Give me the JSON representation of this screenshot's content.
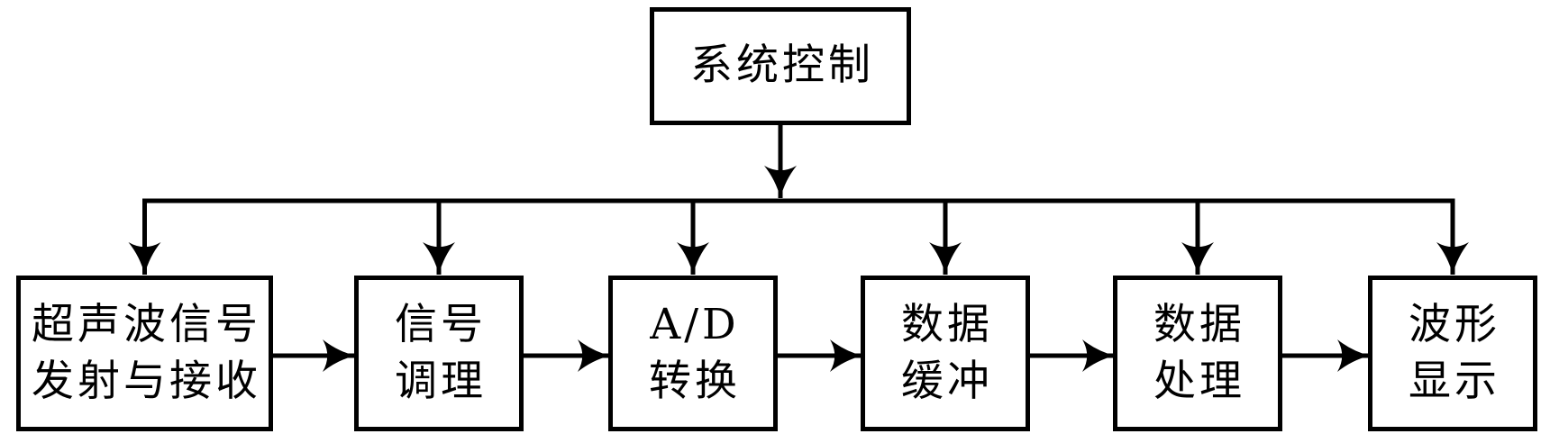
{
  "diagram": {
    "colors": {
      "background": "#ffffff",
      "line": "#000000",
      "text": "#000000"
    },
    "top_box": {
      "label": "系统控制"
    },
    "boxes": [
      {
        "lines": [
          "超声波信号",
          "发射与接收"
        ]
      },
      {
        "lines": [
          "信号",
          "调理"
        ]
      },
      {
        "lines": [
          "A/D",
          "转换"
        ]
      },
      {
        "lines": [
          "数据",
          "缓冲"
        ]
      },
      {
        "lines": [
          "数据",
          "处理"
        ]
      },
      {
        "lines": [
          "波形",
          "显示"
        ]
      }
    ]
  }
}
